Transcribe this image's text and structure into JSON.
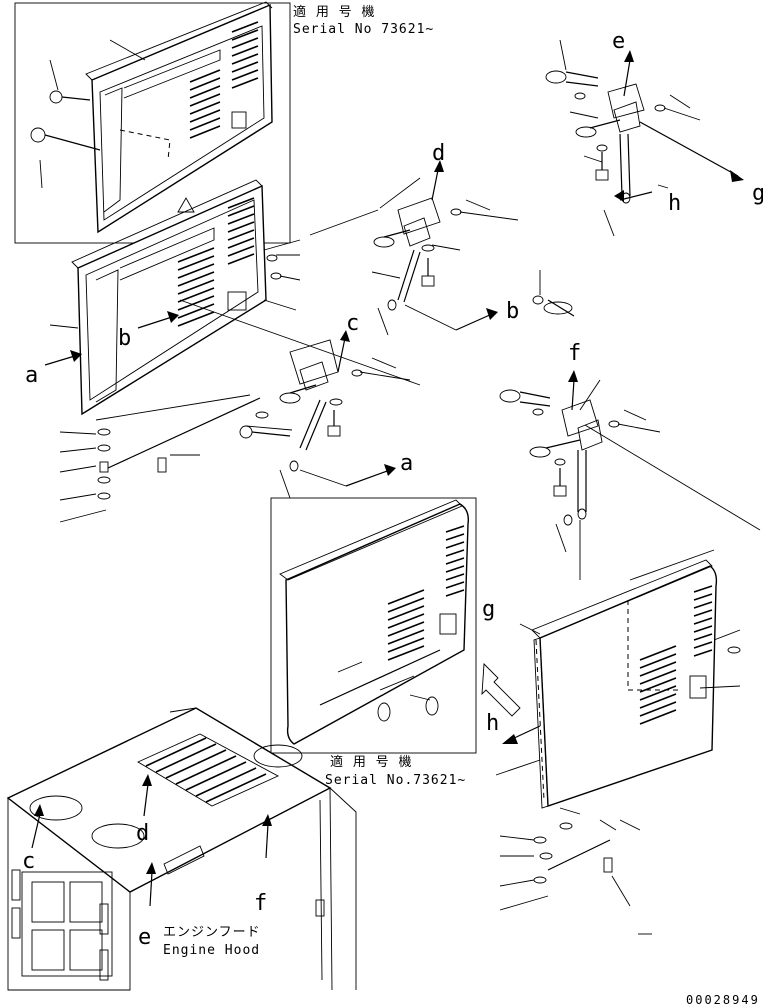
{
  "insets": {
    "top_left": {
      "label_jp": "適 用 号 機",
      "label_serial": "Serial No 73621~"
    },
    "center": {
      "label_jp": "適 用 号 機",
      "label_serial": "Serial No.73621~"
    }
  },
  "callouts": {
    "a1": "a",
    "a2": "a",
    "b1": "b",
    "b2": "b",
    "c1": "c",
    "c2": "c",
    "d1": "d",
    "d2": "d",
    "e1": "e",
    "e2": "e",
    "f1": "f",
    "f2": "f",
    "g1": "g",
    "g2": "g",
    "h1": "h",
    "h2": "h"
  },
  "engine_hood": {
    "label_jp": "エンジンフード",
    "label_en": "Engine Hood"
  },
  "drawing_number": "00028949"
}
